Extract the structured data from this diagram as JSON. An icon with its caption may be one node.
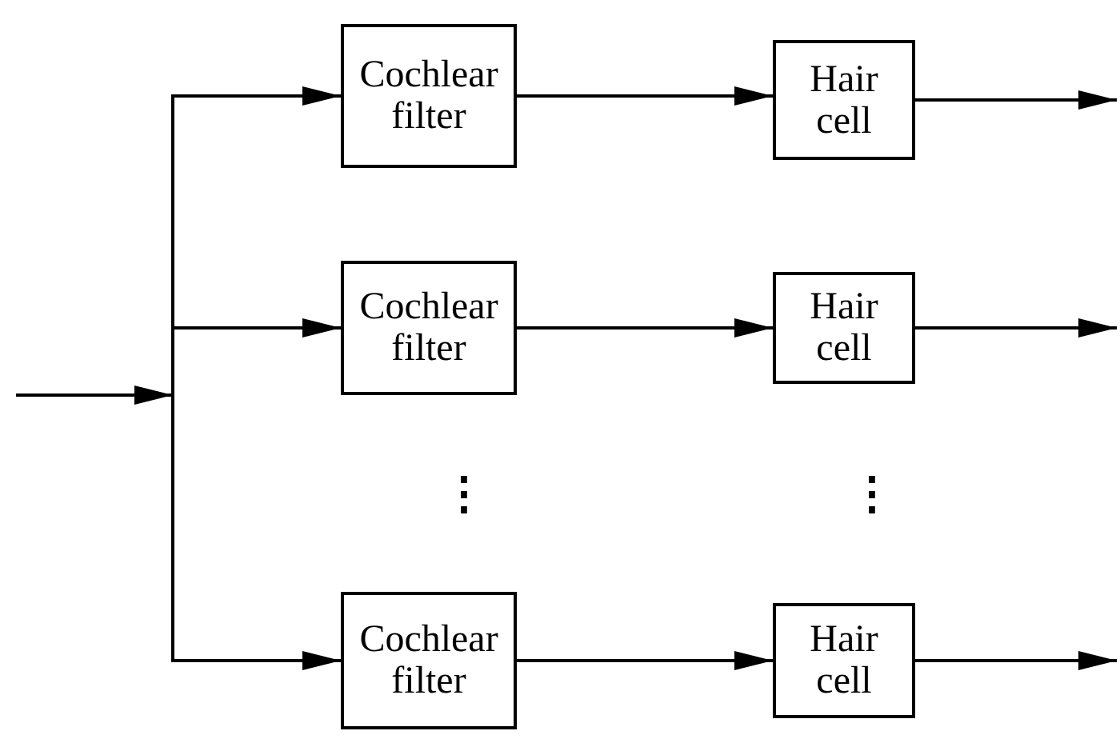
{
  "diagram": {
    "nodes": [
      {
        "text": [
          "Cochlear filter"
        ]
      },
      {
        "text": [
          "Hair cell"
        ]
      },
      {
        "text": [
          "Cochlear filter"
        ]
      },
      {
        "text": [
          "Hair cell"
        ]
      },
      {
        "text": [
          "Cochlear filter"
        ]
      },
      {
        "text": [
          "Hair cell"
        ]
      }
    ],
    "edges": [
      {
        "from": null,
        "to": 0,
        "arrow": "to"
      },
      {
        "from": null,
        "to": 2,
        "arrow": "to"
      },
      {
        "from": null,
        "to": 4,
        "arrow": "to"
      },
      {
        "from": 0,
        "to": 1,
        "arrow": "to"
      },
      {
        "from": 2,
        "to": 3,
        "arrow": "to"
      },
      {
        "from": 4,
        "to": 5,
        "arrow": "to"
      },
      {
        "from": 1,
        "to": null,
        "arrow": "to"
      },
      {
        "from": 3,
        "to": null,
        "arrow": "to"
      },
      {
        "from": 5,
        "to": null,
        "arrow": "to"
      }
    ],
    "labels": [
      "⋮",
      "⋮"
    ]
  }
}
